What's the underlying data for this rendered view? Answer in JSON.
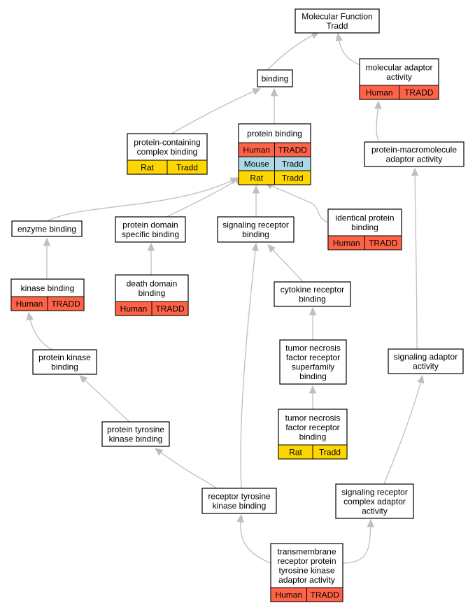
{
  "colors": {
    "human": "#ff6347",
    "mouse": "#add8e6",
    "rat": "#ffd700",
    "edge": "#bfbfbf",
    "border": "#000000",
    "node_fill": "#ffffff"
  },
  "nodes": [
    {
      "id": "mf",
      "lines": [
        "Molecular Function",
        "Tradd"
      ],
      "rows": []
    },
    {
      "id": "adaptor",
      "lines": [
        "molecular adaptor",
        "activity"
      ],
      "rows": [
        [
          "Human",
          "TRADD"
        ]
      ]
    },
    {
      "id": "binding",
      "lines": [
        "binding"
      ],
      "rows": []
    },
    {
      "id": "pb",
      "lines": [
        "protein binding"
      ],
      "rows": [
        [
          "Human",
          "TRADD"
        ],
        [
          "Mouse",
          "Tradd"
        ],
        [
          "Rat",
          "Tradd"
        ]
      ]
    },
    {
      "id": "pccb",
      "lines": [
        "protein-containing",
        "complex binding"
      ],
      "rows": [
        [
          "Rat",
          "Tradd"
        ]
      ]
    },
    {
      "id": "pmaa",
      "lines": [
        "protein-macromolecule",
        "adaptor activity"
      ],
      "rows": []
    },
    {
      "id": "enz",
      "lines": [
        "enzyme binding"
      ],
      "rows": []
    },
    {
      "id": "pdsb",
      "lines": [
        "protein domain",
        "specific binding"
      ],
      "rows": []
    },
    {
      "id": "srb",
      "lines": [
        "signaling receptor",
        "binding"
      ],
      "rows": []
    },
    {
      "id": "ipb",
      "lines": [
        "identical protein",
        "binding"
      ],
      "rows": [
        [
          "Human",
          "TRADD"
        ]
      ]
    },
    {
      "id": "kb",
      "lines": [
        "kinase binding"
      ],
      "rows": [
        [
          "Human",
          "TRADD"
        ]
      ]
    },
    {
      "id": "ddb",
      "lines": [
        "death domain",
        "binding"
      ],
      "rows": [
        [
          "Human",
          "TRADD"
        ]
      ]
    },
    {
      "id": "crb",
      "lines": [
        "cytokine receptor",
        "binding"
      ],
      "rows": []
    },
    {
      "id": "pkb",
      "lines": [
        "protein kinase",
        "binding"
      ],
      "rows": []
    },
    {
      "id": "tnfrsf",
      "lines": [
        "tumor necrosis",
        "factor receptor",
        "superfamily",
        "binding"
      ],
      "rows": []
    },
    {
      "id": "saa",
      "lines": [
        "signaling adaptor",
        "activity"
      ],
      "rows": []
    },
    {
      "id": "tnfr",
      "lines": [
        "tumor necrosis",
        "factor receptor",
        "binding"
      ],
      "rows": [
        [
          "Rat",
          "Tradd"
        ]
      ]
    },
    {
      "id": "ptkb",
      "lines": [
        "protein tyrosine",
        "kinase binding"
      ],
      "rows": []
    },
    {
      "id": "srcaa",
      "lines": [
        "signaling receptor",
        "complex adaptor",
        "activity"
      ],
      "rows": []
    },
    {
      "id": "rtkb",
      "lines": [
        "receptor tyrosine",
        "kinase binding"
      ],
      "rows": []
    },
    {
      "id": "trptkaa",
      "lines": [
        "transmembrane",
        "receptor protein",
        "tyrosine kinase",
        "adaptor activity"
      ],
      "rows": [
        [
          "Human",
          "TRADD"
        ]
      ]
    }
  ]
}
